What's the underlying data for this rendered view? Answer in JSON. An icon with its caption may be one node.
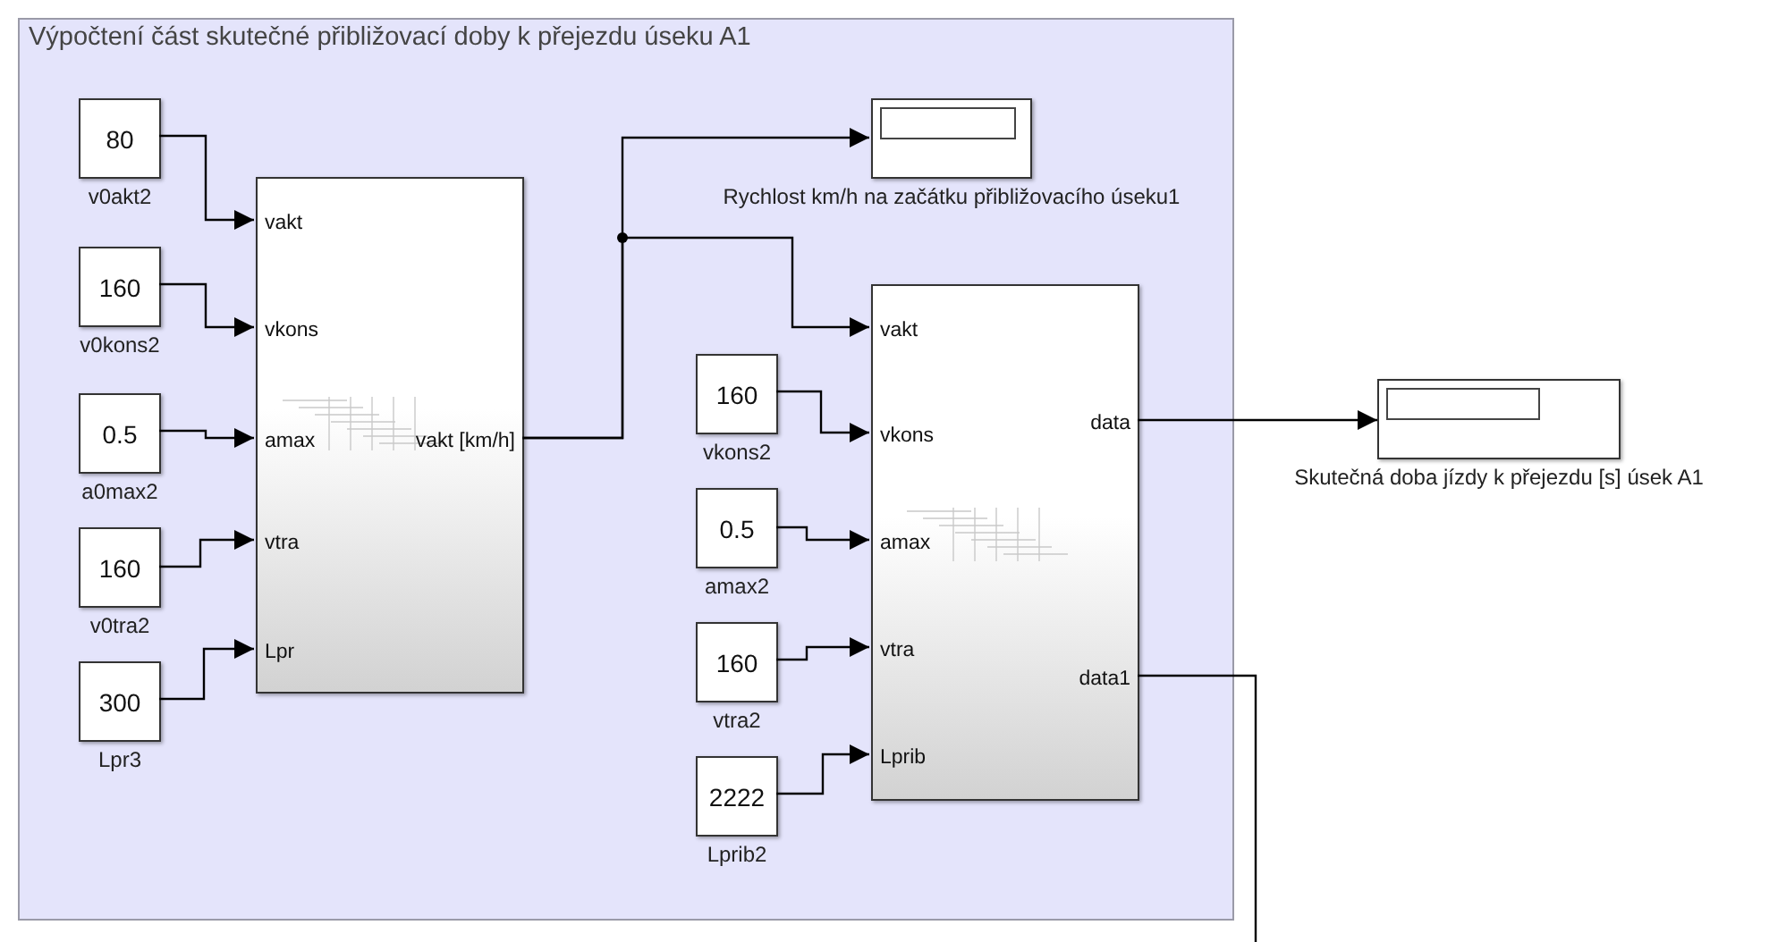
{
  "diagram": {
    "nodes": [
      {
        "text": [
          "Výpočtení část skutečné přibližovací doby k přejezdu úseku A1"
        ]
      },
      {
        "text": [
          "80"
        ],
        "beside": [
          "v0akt2"
        ],
        "in": 0
      },
      {
        "text": [
          "160"
        ],
        "beside": [
          "v0kons2"
        ],
        "in": 0
      },
      {
        "text": [
          "0.5"
        ],
        "beside": [
          "a0max2"
        ],
        "in": 0
      },
      {
        "text": [
          "160"
        ],
        "beside": [
          "v0tra2"
        ],
        "in": 0
      },
      {
        "text": [
          "300"
        ],
        "beside": [
          "Lpr3"
        ],
        "in": 0
      },
      {
        "text": [
          "vakt",
          "vkons",
          "amax",
          "vtra",
          "Lpr",
          "vakt [km/h]"
        ],
        "in": 0
      },
      {
        "text": [],
        "shape": "box",
        "beside": [
          "Rychlost km/h na začátku přibližovacího úseku1"
        ],
        "in": 0
      },
      {
        "text": [
          "160"
        ],
        "beside": [
          "vkons2"
        ],
        "in": 0
      },
      {
        "text": [
          "0.5"
        ],
        "beside": [
          "amax2"
        ],
        "in": 0
      },
      {
        "text": [
          "160"
        ],
        "beside": [
          "vtra2"
        ],
        "in": 0
      },
      {
        "text": [
          "2222"
        ],
        "beside": [
          "Lprib2"
        ],
        "in": 0
      },
      {
        "text": [
          "vakt",
          "vkons",
          "amax",
          "vtra",
          "Lprib",
          "data",
          "data1"
        ],
        "in": 0
      },
      {
        "text": [],
        "shape": "box",
        "beside": [
          "Skutečná doba jízdy k přejezdu [s] úsek A1"
        ]
      }
    ],
    "edges": [
      {
        "from": 1,
        "to": 6,
        "arrow": "to"
      },
      {
        "from": 2,
        "to": 6,
        "arrow": "to"
      },
      {
        "from": 3,
        "to": 6,
        "arrow": "to"
      },
      {
        "from": 4,
        "to": 6,
        "arrow": "to"
      },
      {
        "from": 5,
        "to": 6,
        "arrow": "to"
      },
      {
        "from": 6,
        "to": 7,
        "arrow": "to"
      },
      {
        "from": 6,
        "to": 12,
        "arrow": "to"
      },
      {
        "from": 8,
        "to": 12,
        "arrow": "to"
      },
      {
        "from": 9,
        "to": 12,
        "arrow": "to"
      },
      {
        "from": 10,
        "to": 12,
        "arrow": "to"
      },
      {
        "from": 11,
        "to": 12,
        "arrow": "to"
      },
      {
        "from": 12,
        "to": 13,
        "arrow": "to"
      },
      {
        "from": 12,
        "to": null,
        "arrow": "none"
      }
    ]
  }
}
